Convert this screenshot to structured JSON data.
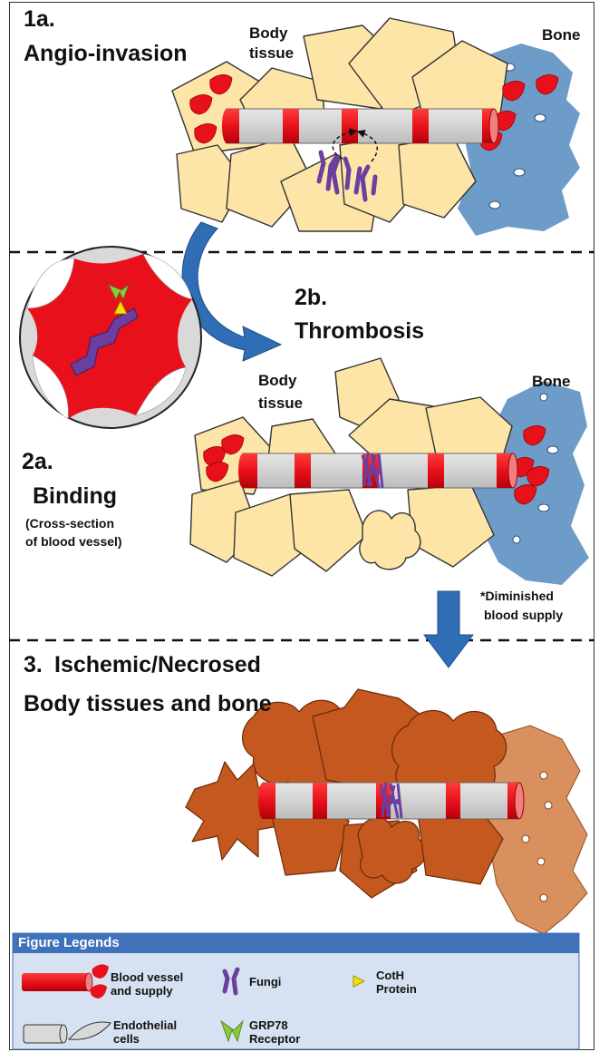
{
  "panel_1a": {
    "number": "1a.",
    "title": "Angio-invasion",
    "tissue_label_line1": "Body",
    "tissue_label_line2": "tissue",
    "bone_label": "Bone"
  },
  "panel_2a": {
    "number": "2a.",
    "title": "Binding",
    "caption_line1": "(Cross-section",
    "caption_line2": "of blood vessel)"
  },
  "panel_2b": {
    "number": "2b.",
    "title": "Thrombosis",
    "tissue_label_line1": "Body",
    "tissue_label_line2": "tissue",
    "bone_label": "Bone",
    "note_line1": "*Diminished",
    "note_line2": "blood supply"
  },
  "panel_3": {
    "number": "3.",
    "title_line1": "Ischemic/Necrosed",
    "title_line2": "Body tissues and bone"
  },
  "legend": {
    "title": "Figure Legends",
    "items": [
      {
        "label_line1": "Blood vessel",
        "label_line2": "and supply"
      },
      {
        "label_line1": "Fungi",
        "label_line2": ""
      },
      {
        "label_line1": "CotH",
        "label_line2": "Protein"
      },
      {
        "label_line1": "Endothelial",
        "label_line2": "cells"
      },
      {
        "label_line1": "GRP78",
        "label_line2": "Receptor"
      }
    ]
  },
  "colors": {
    "body_tissue": "#fce5a6",
    "bone": "#6e9cc8",
    "blood": "#e8111b",
    "endothelial": "#d9d9d9",
    "fungi": "#6b3fa0",
    "cotH": "#f5e100",
    "grp78": "#8dc63f",
    "necrosed_tissue": "#c4581e",
    "necrosed_bone": "#d9905e",
    "arrow": "#2f6db5",
    "legend_header": "#3f72b8",
    "legend_body": "#d6e2f1"
  }
}
